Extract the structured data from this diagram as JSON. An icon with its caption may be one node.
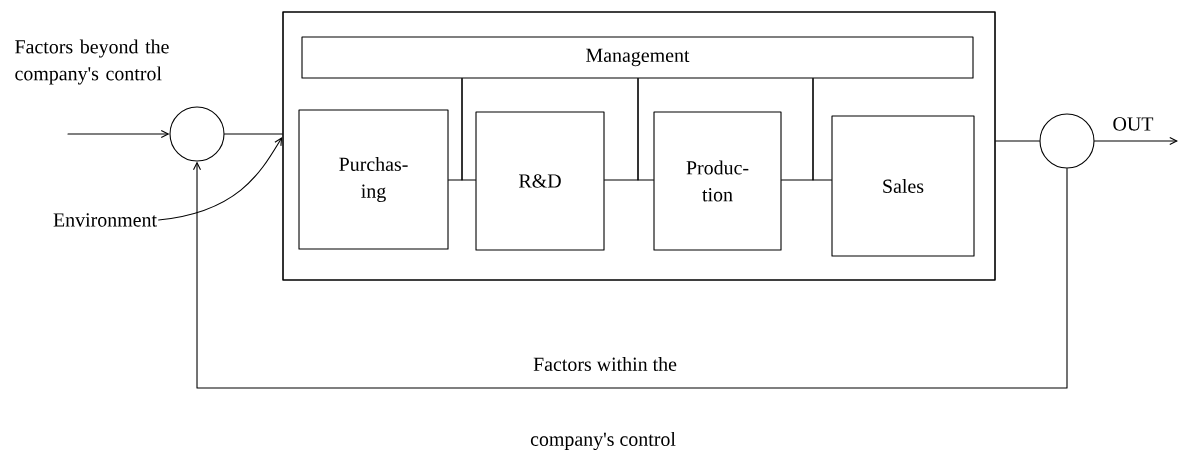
{
  "diagram": {
    "nodes": [
      {
        "text": [],
        "shape": "box"
      },
      {
        "text": [
          "Management"
        ],
        "in": 0
      },
      {
        "text": [
          "Purchas- ing"
        ],
        "in": 0
      },
      {
        "text": [
          "R&D"
        ],
        "in": 0
      },
      {
        "text": [
          "Produc- tion"
        ],
        "in": 0
      },
      {
        "text": [
          "Sales"
        ],
        "in": 0
      },
      {
        "text": [],
        "shape": "circle"
      },
      {
        "text": [],
        "shape": "circle"
      },
      {
        "text": [
          "Environment"
        ]
      }
    ],
    "edges": [
      {
        "from": null,
        "to": 6,
        "arrow": "to"
      },
      {
        "from": 6,
        "to": 0,
        "arrow": "none"
      },
      {
        "from": 8,
        "to": 0,
        "arrow": "to"
      },
      {
        "from": 0,
        "to": 7,
        "arrow": "none"
      },
      {
        "from": 7,
        "to": null,
        "arrow": "to"
      },
      {
        "from": 7,
        "to": 6,
        "arrow": "to"
      },
      {
        "from": 1,
        "to": 2,
        "arrow": "none"
      },
      {
        "from": 1,
        "to": 3,
        "arrow": "none"
      },
      {
        "from": 1,
        "to": 3,
        "arrow": "none"
      },
      {
        "from": 1,
        "to": 4,
        "arrow": "none"
      },
      {
        "from": 1,
        "to": 4,
        "arrow": "none"
      },
      {
        "from": 1,
        "to": 5,
        "arrow": "none"
      }
    ],
    "labels": [
      "Factors beyond the company's control",
      "OUT",
      "Factors within the",
      "company's control"
    ]
  }
}
